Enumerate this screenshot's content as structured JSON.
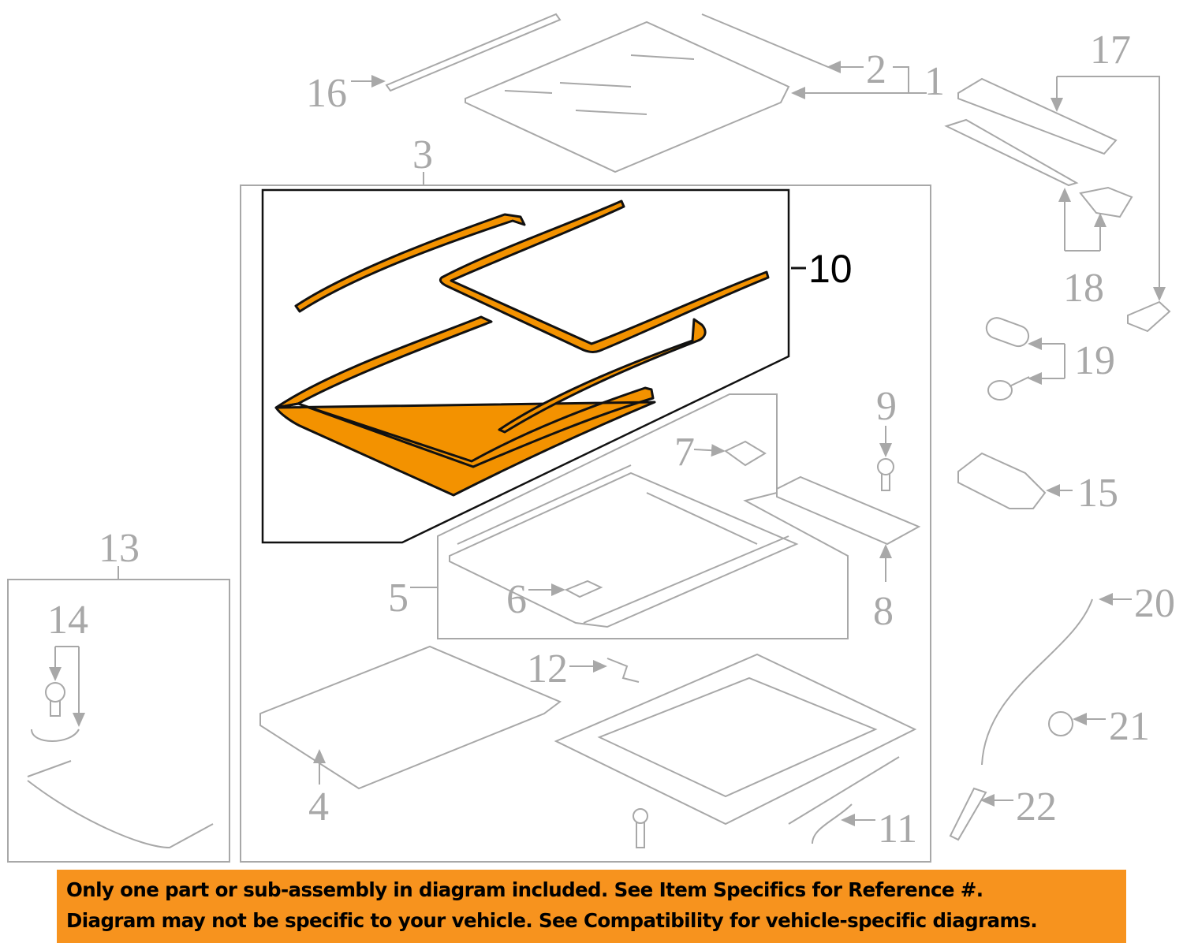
{
  "diagram": {
    "highlight_color": "#f39200",
    "part_line_color": "#a8a8a8",
    "highlighted_part": "10",
    "callouts": {
      "c1": "1",
      "c2": "2",
      "c3": "3",
      "c4": "4",
      "c5": "5",
      "c6": "6",
      "c7": "7",
      "c8": "8",
      "c9": "9",
      "c10": "10",
      "c11": "11",
      "c12": "12",
      "c13": "13",
      "c14": "14",
      "c15": "15",
      "c16": "16",
      "c17": "17",
      "c18": "18",
      "c19": "19",
      "c20": "20",
      "c21": "21",
      "c22": "22"
    }
  },
  "banner": {
    "color": "#f7931e",
    "line1": "Only one part or sub-assembly in diagram included. See Item Specifics for Reference #.",
    "line2": "Diagram may not be specific to your vehicle. See Compatibility for vehicle-specific diagrams."
  }
}
